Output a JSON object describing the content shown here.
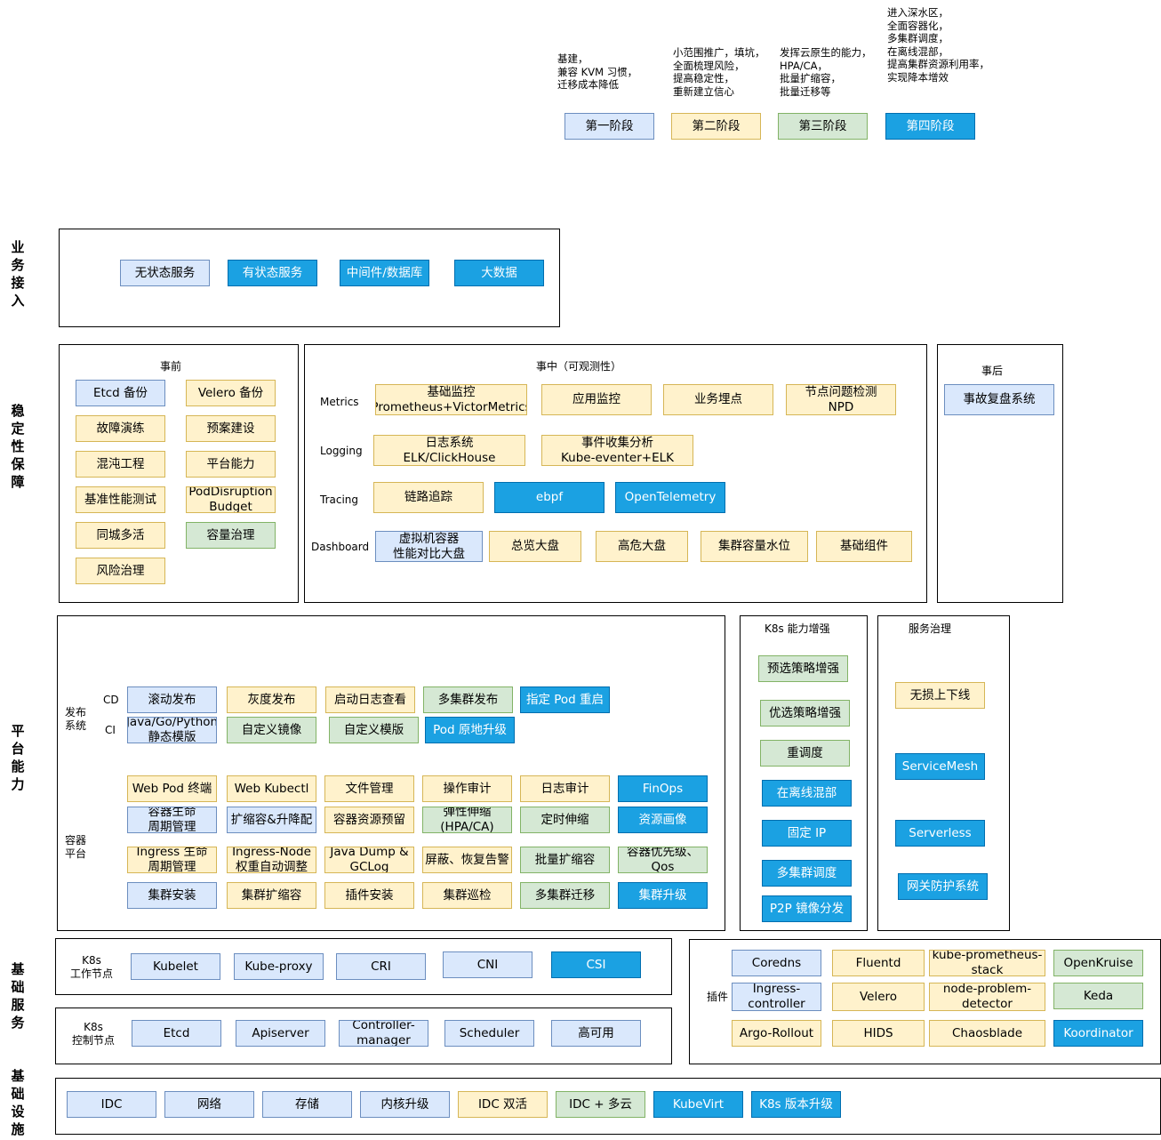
{
  "legend": {
    "notes": [
      "基建，\n兼容 KVM 习惯，\n迁移成本降低",
      "小范围推广，填坑，\n全面梳理风险，\n提高稳定性，\n重新建立信心",
      "发挥云原生的能力，\nHPA/CA，\n批量扩缩容，\n批量迁移等",
      "进入深水区，\n全面容器化，\n多集群调度，\n在离线混部，\n提高集群资源利用率，\n实现降本增效"
    ],
    "phases": [
      "第一阶段",
      "第二阶段",
      "第三阶段",
      "第四阶段"
    ]
  },
  "layers": {
    "business": "业务接入",
    "stability": "稳定性保障",
    "platform": "平台能力",
    "base_service": "基础服务",
    "infra": "基础设施"
  },
  "business": {
    "items": [
      "无状态服务",
      "有状态服务",
      "中间件/数据库",
      "大数据"
    ]
  },
  "stability": {
    "before": {
      "title": "事前",
      "items": [
        "Etcd 备份",
        "Velero 备份",
        "故障演练",
        "预案建设",
        "混沌工程",
        "平台能力",
        "基准性能测试",
        "PodDisruption\nBudget",
        "同城多活",
        "容量治理",
        "风险治理"
      ]
    },
    "during": {
      "title": "事中（可观测性）",
      "metrics": {
        "label": "Metrics",
        "items": [
          "基础监控\nPrometheus+VictorMetrics",
          "应用监控",
          "业务埋点",
          "节点问题检测\nNPD"
        ]
      },
      "logging": {
        "label": "Logging",
        "items": [
          "日志系统\nELK/ClickHouse",
          "事件收集分析\nKube-eventer+ELK"
        ]
      },
      "tracing": {
        "label": "Tracing",
        "items": [
          "链路追踪",
          "ebpf",
          "OpenTelemetry"
        ]
      },
      "dashboard": {
        "label": "Dashboard",
        "items": [
          "虚拟机容器\n性能对比大盘",
          "总览大盘",
          "高危大盘",
          "集群容量水位",
          "基础组件"
        ]
      }
    },
    "after": {
      "title": "事后",
      "items": [
        "事故复盘系统"
      ]
    }
  },
  "platform": {
    "release": {
      "label": "发布\n系统",
      "cd_label": "CD",
      "ci_label": "CI",
      "cd_items": [
        "滚动发布",
        "灰度发布",
        "启动日志查看",
        "多集群发布",
        "指定 Pod 重启"
      ],
      "ci_items": [
        "Java/Go/Python\n静态模版",
        "自定义镜像",
        "自定义模版",
        "Pod 原地升级"
      ]
    },
    "container": {
      "label": "容器\n平台",
      "rows": [
        [
          "Web Pod 终端",
          "Web Kubectl",
          "文件管理",
          "操作审计",
          "日志审计",
          "FinOps"
        ],
        [
          "容器生命\n周期管理",
          "扩缩容&升降配",
          "容器资源预留",
          "弹性伸缩\n(HPA/CA)",
          "定时伸缩",
          "资源画像"
        ],
        [
          "Ingress 生命\n周期管理",
          "Ingress-Node\n权重自动调整",
          "Java Dump &\nGCLog",
          "屏蔽、恢复告警",
          "批量扩缩容",
          "容器优先级、\nQos"
        ],
        [
          "集群安装",
          "集群扩缩容",
          "插件安装",
          "集群巡检",
          "多集群迁移",
          "集群升级"
        ]
      ]
    },
    "k8s_enhance": {
      "title": "K8s 能力增强",
      "items": [
        "预选策略增强",
        "优选策略增强",
        "重调度",
        "在离线混部",
        "固定 IP",
        "多集群调度",
        "P2P 镜像分发"
      ]
    },
    "service_gov": {
      "title": "服务治理",
      "items": [
        "无损上下线",
        "ServiceMesh",
        "Serverless",
        "网关防护系统"
      ]
    }
  },
  "base_service": {
    "worker": {
      "label": "K8s\n工作节点",
      "items": [
        "Kubelet",
        "Kube-proxy",
        "CRI",
        "CNI",
        "CSI"
      ]
    },
    "control": {
      "label": "K8s\n控制节点",
      "items": [
        "Etcd",
        "Apiserver",
        "Controller-\nmanager",
        "Scheduler",
        "高可用"
      ]
    },
    "plugins": {
      "label": "插件",
      "items": [
        "Coredns",
        "Fluentd",
        "kube-prometheus-\nstack",
        "OpenKruise",
        "Ingress-\ncontroller",
        "Velero",
        "node-problem-\ndetector",
        "Keda",
        "Argo-Rollout",
        "HIDS",
        "Chaosblade",
        "Koordinator"
      ]
    }
  },
  "infra": {
    "items": [
      "IDC",
      "网络",
      "存储",
      "内核升级",
      "IDC 双活",
      "IDC + 多云",
      "KubeVirt",
      "K8s 版本升级"
    ]
  }
}
